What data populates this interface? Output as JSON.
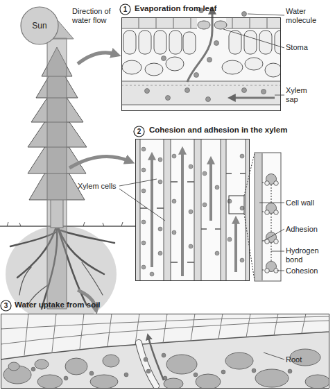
{
  "diagram": {
    "nodes": [
      {
        "text": [
          "Sun"
        ]
      },
      {
        "text": [
          "1"
        ]
      },
      {
        "text": [
          "Evaporation from leaf"
        ]
      },
      {
        "text": [
          "2"
        ]
      },
      {
        "text": [
          "Cohesion and adhesion in the xylem"
        ]
      },
      {
        "text": [
          "3"
        ]
      },
      {
        "text": [
          "Water uptake from soil"
        ]
      }
    ],
    "labels": [
      "Direction of water flow",
      "Water molecule",
      "Stoma",
      "Xylem sap",
      "Xylem cells",
      "Cell wall",
      "Adhesion",
      "Hydrogen bond",
      "Cohesion",
      "Root"
    ]
  }
}
